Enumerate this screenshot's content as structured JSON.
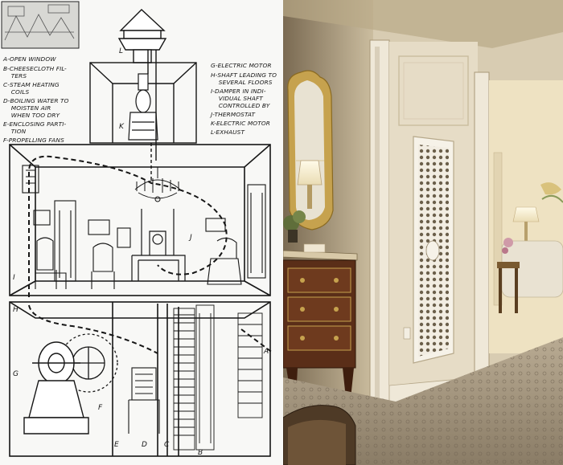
{
  "diagram": {
    "legend_left": [
      "A-OPEN WINDOW",
      "B-CHEESECLOTH FIL-",
      "    TERS",
      "C-STEAM HEATING",
      "    COILS",
      "D-BOILING WATER TO",
      "    MOISTEN AIR",
      "    WHEN TOO DRY",
      "E-ENCLOSING PARTI-",
      "    TION",
      "F-PROPELLING FANS"
    ],
    "legend_right": [
      "G-ELECTRIC MOTOR",
      "H-SHAFT LEADING TO",
      "    SEVERAL FLOORS",
      "I-DAMPER IN INDI-",
      "    VIDUAL SHAFT",
      "    CONTROLLED BY",
      "J-THERMOSTAT",
      "K-ELECTRIC MOTOR",
      "L-EXHAUST"
    ],
    "labels": {
      "L": "L",
      "K": "K",
      "J": "J",
      "I": "I",
      "H": "H",
      "G": "G",
      "F": "F",
      "A": "A",
      "E": "E",
      "D": "D",
      "C": "C",
      "B": "B"
    }
  },
  "colors": {
    "ink": "#161616",
    "paper": "#f8f8f6",
    "wall_light": "#e6dcc6",
    "wall_shadow": "#8a7a60",
    "gold": "#c6a24e",
    "carpet": "#a89a82",
    "wood": "#5a2e18"
  },
  "icons": [
    "fan-icon",
    "chandelier-icon",
    "motor-icon",
    "mirror-icon",
    "lamp-icon"
  ]
}
